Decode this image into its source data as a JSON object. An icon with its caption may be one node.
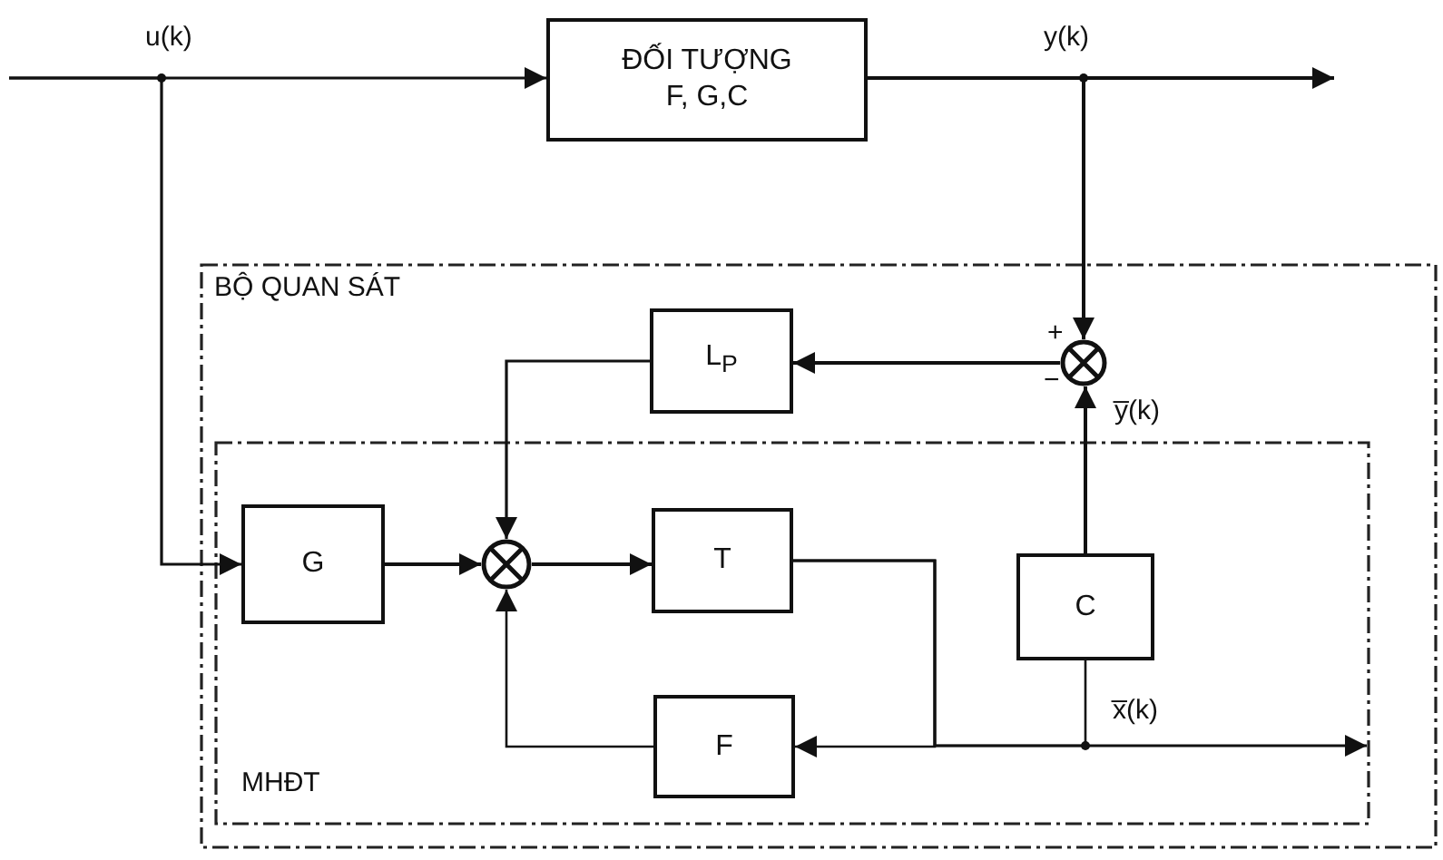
{
  "diagram": {
    "nodes": [
      {
        "text": [
          "ĐỐI TƯỢNG",
          "F, G,C"
        ]
      },
      {
        "text": [
          "BỘ QUAN SÁT"
        ]
      },
      {
        "text": [
          "L$_{P}$"
        ],
        "in": 1
      },
      {
        "text": [],
        "shape": "circle",
        "in": 1
      },
      {
        "text": [
          "MHĐT"
        ],
        "in": 1
      },
      {
        "text": [
          "G"
        ],
        "in": 4
      },
      {
        "text": [],
        "shape": "circle",
        "in": 4
      },
      {
        "text": [
          "T"
        ],
        "in": 4
      },
      {
        "text": [
          "C"
        ],
        "in": 4
      },
      {
        "text": [
          "F"
        ],
        "in": 4
      }
    ],
    "edges": [
      {
        "from": null,
        "to": 0,
        "arrow": "to",
        "label": "u(k)"
      },
      {
        "from": null,
        "to": 5,
        "arrow": "to"
      },
      {
        "from": 0,
        "to": null,
        "arrow": "to",
        "label": "y(k)"
      },
      {
        "from": 0,
        "to": 3,
        "arrow": "to"
      },
      {
        "from": 3,
        "to": 2,
        "arrow": "to"
      },
      {
        "from": 2,
        "to": 6,
        "arrow": "to"
      },
      {
        "from": 5,
        "to": 6,
        "arrow": "to"
      },
      {
        "from": 6,
        "to": 7,
        "arrow": "to"
      },
      {
        "from": 7,
        "to": 9,
        "arrow": "to"
      },
      {
        "from": 7,
        "to": 8,
        "arrow": "none"
      },
      {
        "from": 7,
        "to": null,
        "arrow": "to",
        "label": "x̅(k)"
      },
      {
        "from": 9,
        "to": 6,
        "arrow": "to"
      },
      {
        "from": 8,
        "to": 3,
        "arrow": "to",
        "label": "y̅(k)"
      }
    ],
    "labels": [
      "+",
      "−"
    ]
  }
}
